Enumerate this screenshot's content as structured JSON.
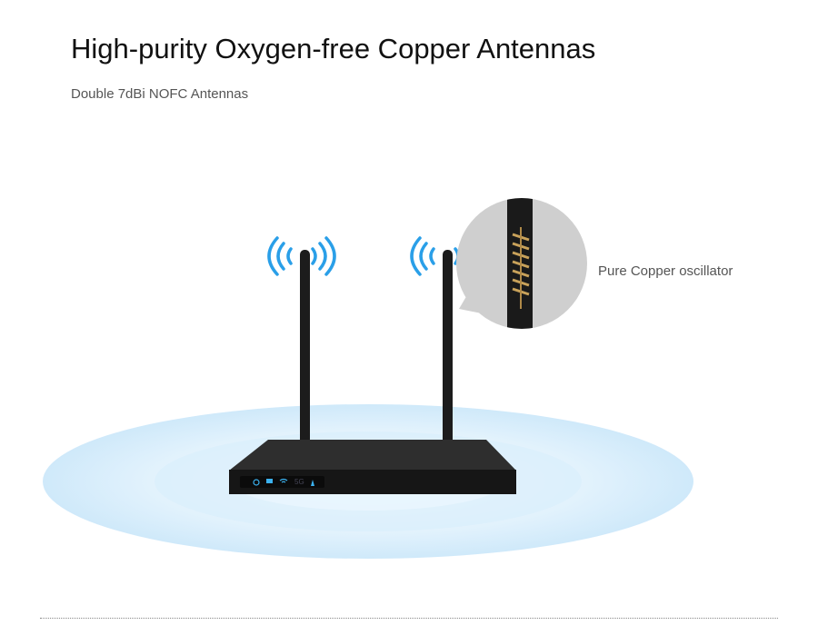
{
  "header": {
    "title": "High-purity Oxygen-free Copper Antennas",
    "subtitle": "Double 7dBi NOFC Antennas"
  },
  "callout": {
    "label": "Pure Copper oscillator"
  },
  "router": {
    "panel_5g_label": "5G"
  },
  "colors": {
    "signal": "#2a9fe8",
    "ripple": "#d8eefb",
    "router": "#1e1e1e",
    "copper": "#c9a25a"
  },
  "icons": [
    "power-icon",
    "computer-icon",
    "wifi-icon",
    "user-icon"
  ]
}
